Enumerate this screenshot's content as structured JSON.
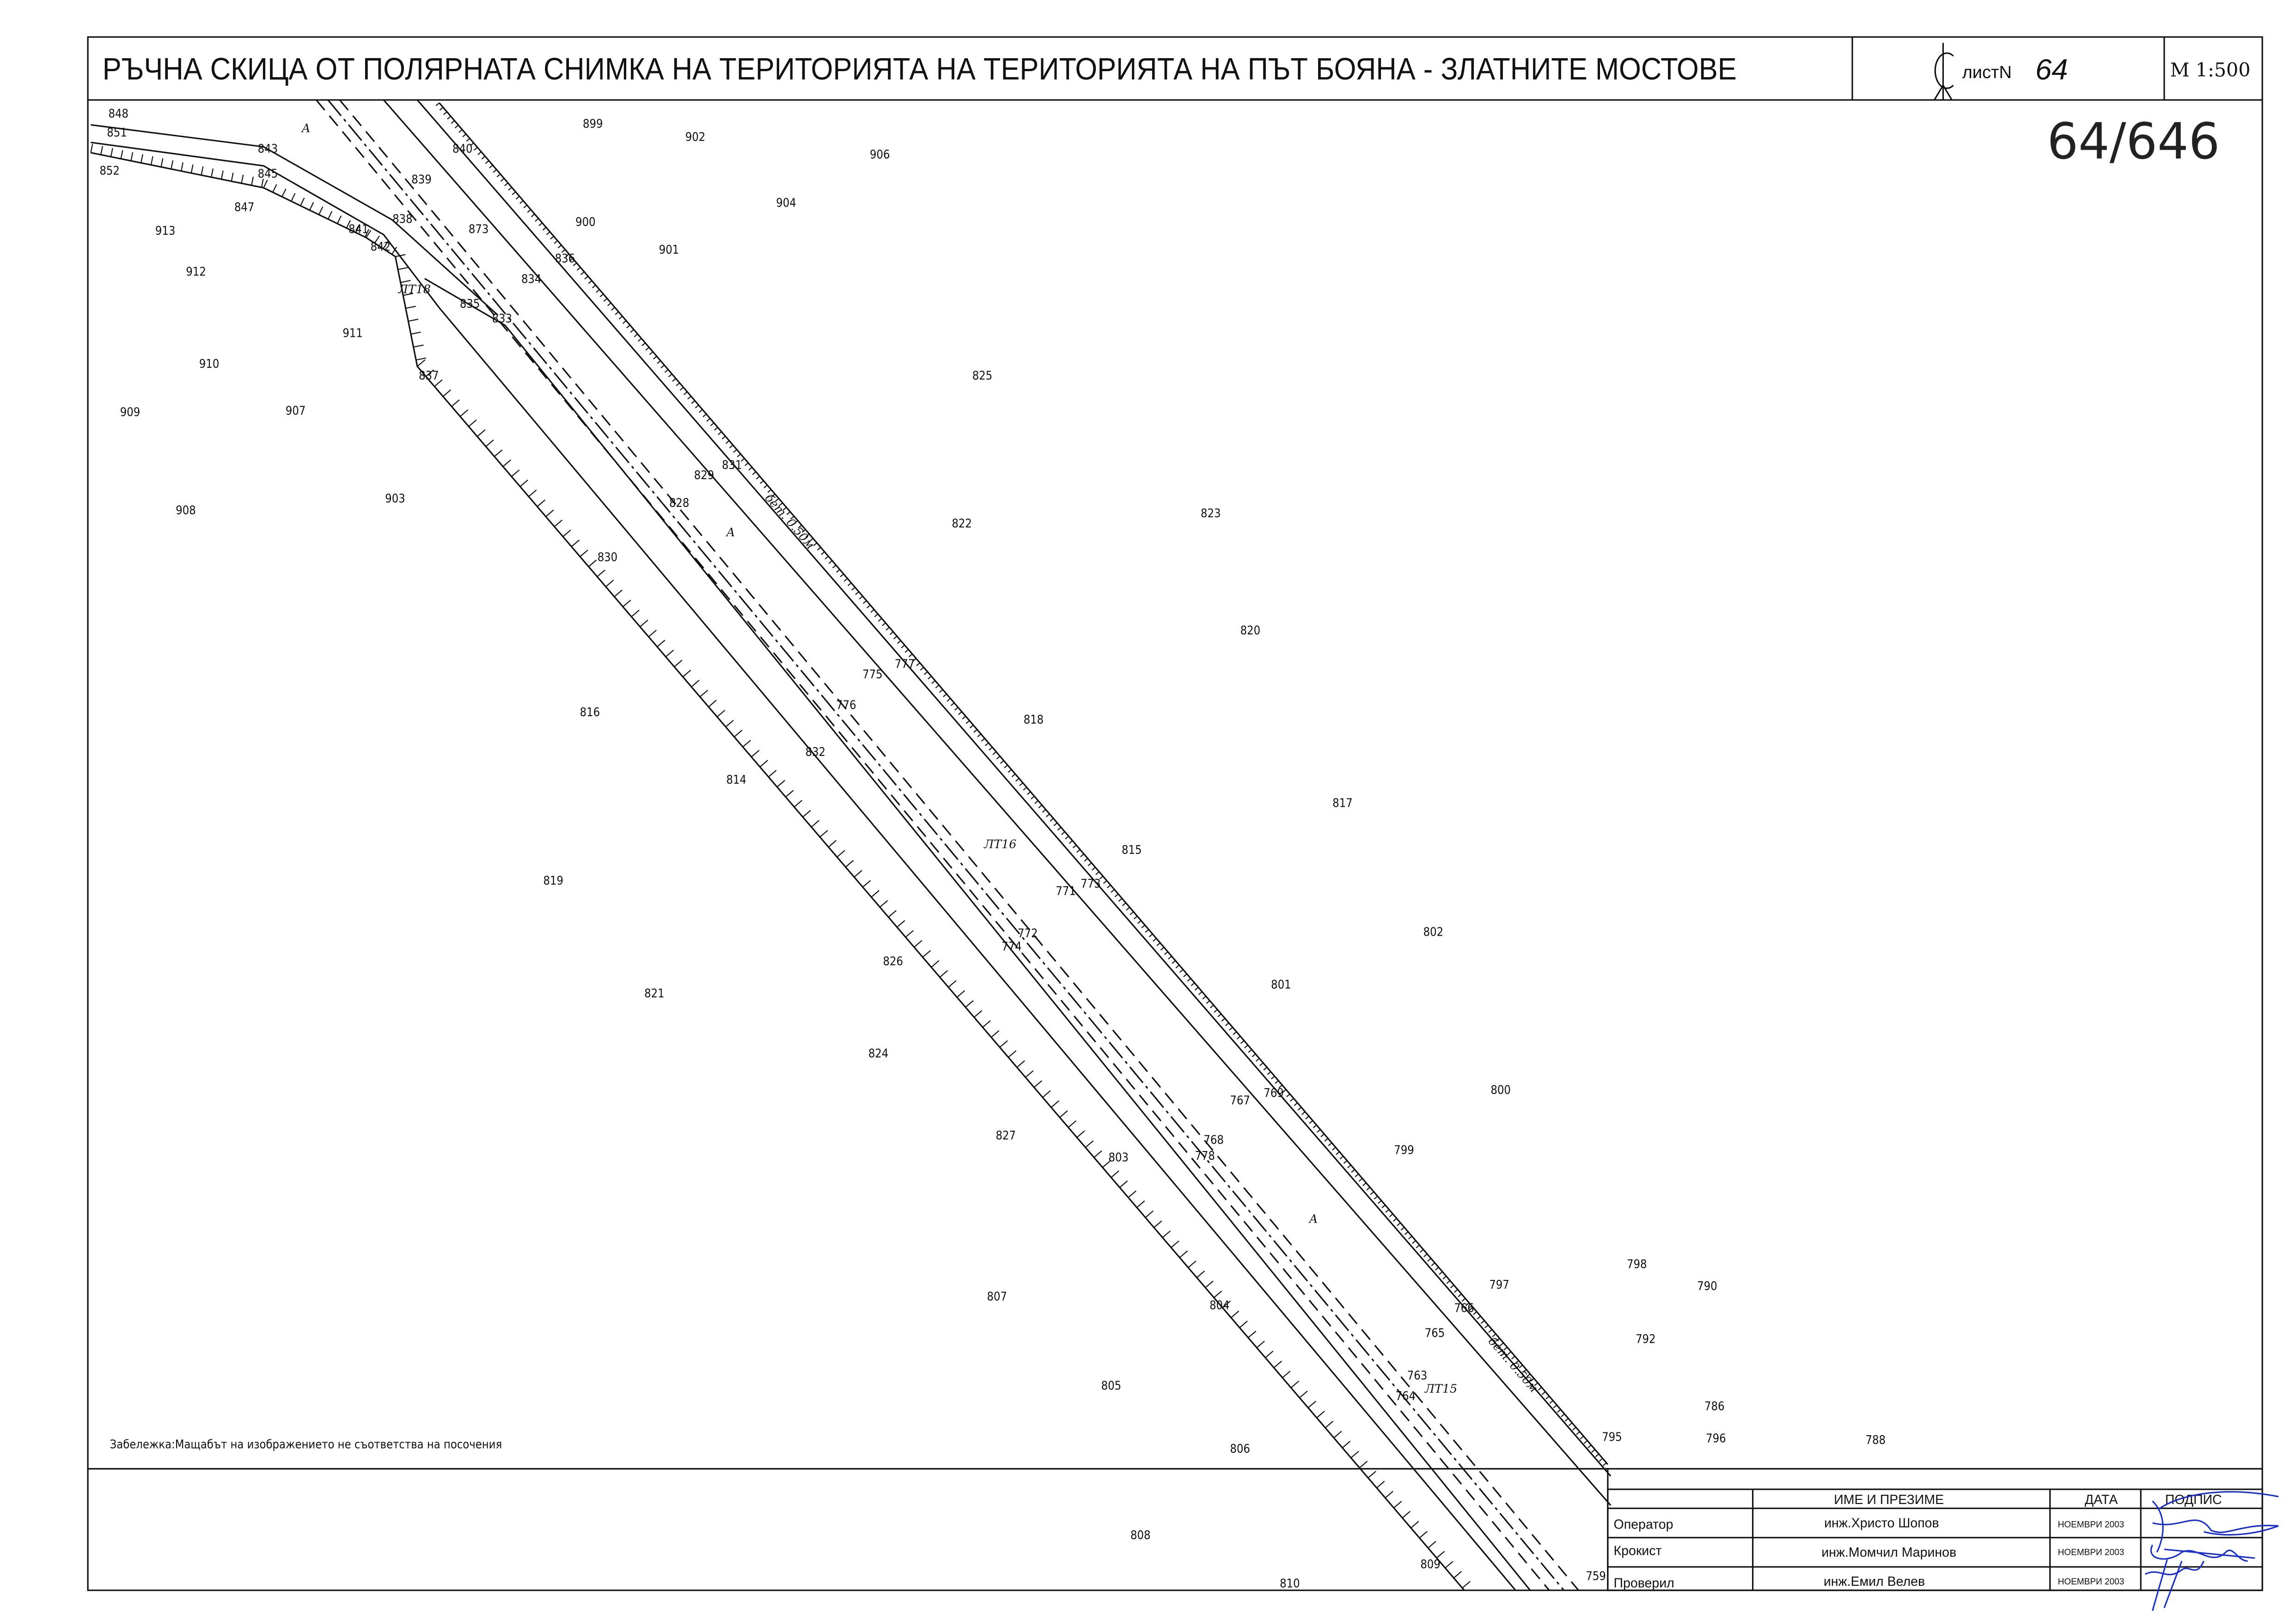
{
  "title": "РЪЧНА СКИЦА ОТ ПОЛЯРНАТА СНИМКА НА ТЕРИТОРИЯТА НА ТЕРИТОРИЯТА НА ПЪТ БОЯНА - ЗЛАТНИТЕ МОСТОВЕ",
  "sheet": {
    "label": "листN",
    "number": "64"
  },
  "scale": "М 1:500",
  "handwritten_number": "64/646",
  "note": "Забележка:Мащабът на изображението не съответства на посочения",
  "road_labels": {
    "lt18": "ЛТ18",
    "lt16": "ЛТ16",
    "lt15": "ЛТ15",
    "a": "А",
    "bet": "бет. 0.50м"
  },
  "points": [
    "848",
    "851",
    "852",
    "843",
    "845",
    "847",
    "913",
    "912",
    "841",
    "842",
    "838",
    "839",
    "840",
    "873",
    "899",
    "902",
    "906",
    "904",
    "900",
    "901",
    "836",
    "834",
    "835",
    "833",
    "911",
    "910",
    "837",
    "909",
    "907",
    "825",
    "831",
    "829",
    "828",
    "903",
    "908",
    "822",
    "823",
    "830",
    "820",
    "777",
    "775",
    "776",
    "818",
    "816",
    "832",
    "814",
    "817",
    "815",
    "773",
    "771",
    "819",
    "802",
    "772",
    "774",
    "826",
    "801",
    "821",
    "824",
    "800",
    "769",
    "767",
    "768",
    "827",
    "799",
    "778",
    "803",
    "798",
    "797",
    "790",
    "807",
    "804",
    "766",
    "765",
    "792",
    "763",
    "764",
    "805",
    "786",
    "795",
    "796",
    "788",
    "806",
    "808",
    "809",
    "810",
    "759"
  ],
  "signature_table": {
    "headers": [
      "",
      "ИМЕ И ПРЕЗИМЕ",
      "ДАТА",
      "ПОДПИС"
    ],
    "rows": [
      {
        "role": "Оператор",
        "name": "инж.Христо Шопов",
        "date": "НОЕМВРИ 2003"
      },
      {
        "role": "Крокист",
        "name": "инж.Момчил Маринов",
        "date": "НОЕМВРИ 2003"
      },
      {
        "role": "Проверил",
        "name": "инж.Емил Велев",
        "date": "НОЕМВРИ 2003"
      }
    ]
  },
  "colors": {
    "ink": "#111111",
    "signature": "#1a2fd0"
  }
}
